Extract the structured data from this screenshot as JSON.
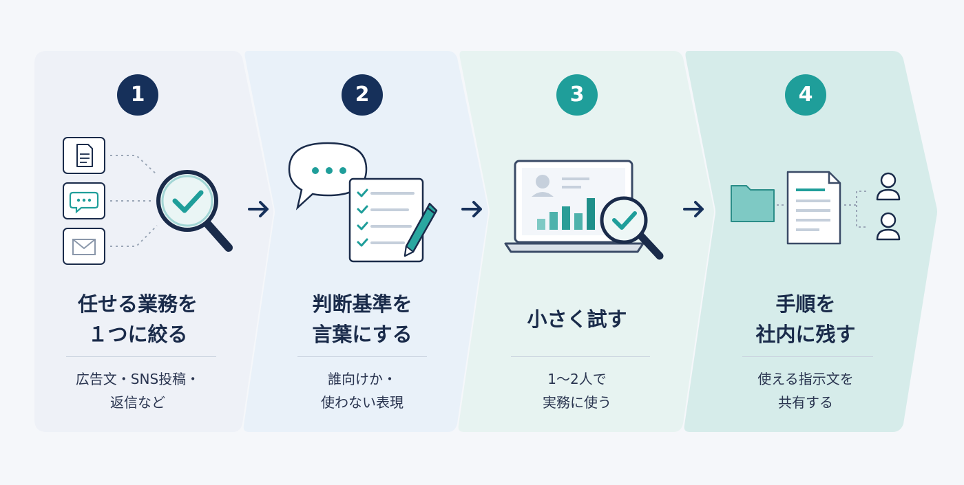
{
  "steps": [
    {
      "number": "1",
      "title_line1": "任せる業務を",
      "title_line2": "１つに絞る",
      "desc_line1": "広告文・SNS投稿・",
      "desc_line2": "返信など"
    },
    {
      "number": "2",
      "title_line1": "判断基準を",
      "title_line2": "言葉にする",
      "desc_line1": "誰向けか・",
      "desc_line2": "使わない表現"
    },
    {
      "number": "3",
      "title_line1": "小さく試す",
      "title_line2": "",
      "desc_line1": "1〜2人で",
      "desc_line2": "実務に使う"
    },
    {
      "number": "4",
      "title_line1": "手順を",
      "title_line2": "社内に残す",
      "desc_line1": "使える指示文を",
      "desc_line2": "共有する"
    }
  ],
  "colors": {
    "navy": "#16305a",
    "teal": "#1f9e9a",
    "panel1": "#eef1f7",
    "panel2": "#e9f1f9",
    "panel3": "#e7f3f1",
    "panel4": "#d6ecea"
  },
  "icons": {
    "step1": [
      "document-icon",
      "chat-icon",
      "mail-icon",
      "magnifier-check-icon"
    ],
    "step2": [
      "speech-bubble-icon",
      "checklist-icon",
      "pen-icon"
    ],
    "step3": [
      "laptop-chart-icon",
      "magnifier-check-icon"
    ],
    "step4": [
      "folder-icon",
      "document-icon",
      "user-icon",
      "user-icon"
    ]
  }
}
